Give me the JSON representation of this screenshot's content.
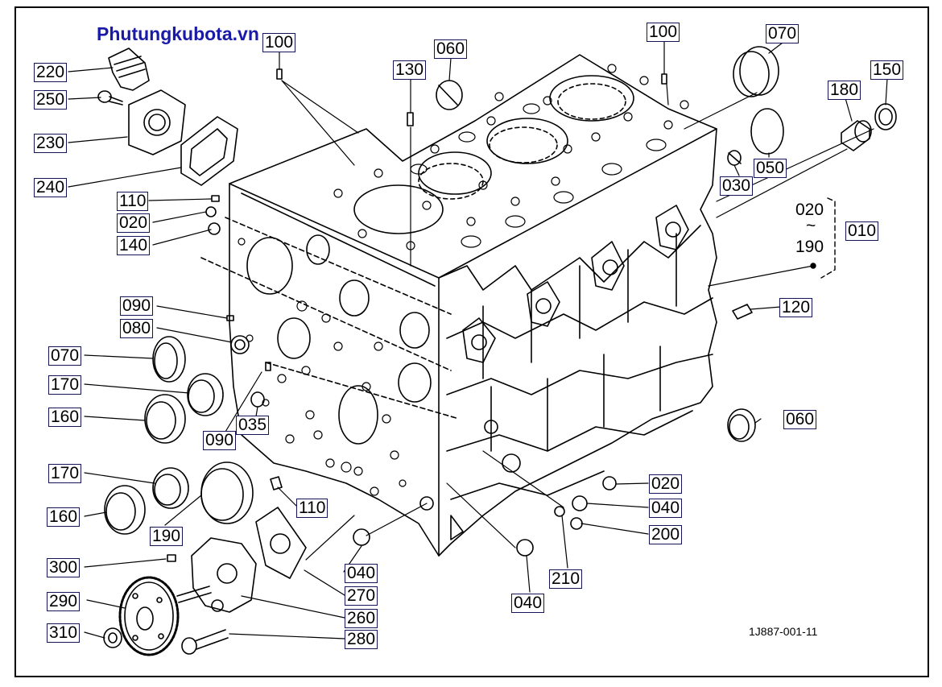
{
  "watermark": "Phutungkubota.vn",
  "drawing_code": "1J887-001-11",
  "range": {
    "from": "020",
    "tilde": "~",
    "to": "190",
    "group": "010"
  },
  "labels": [
    {
      "id": "l220",
      "text": "220"
    },
    {
      "id": "l250",
      "text": "250"
    },
    {
      "id": "l230",
      "text": "230"
    },
    {
      "id": "l240",
      "text": "240"
    },
    {
      "id": "l100a",
      "text": "100"
    },
    {
      "id": "l130",
      "text": "130"
    },
    {
      "id": "l060a",
      "text": "060"
    },
    {
      "id": "l100b",
      "text": "100"
    },
    {
      "id": "l070a",
      "text": "070"
    },
    {
      "id": "l180",
      "text": "180"
    },
    {
      "id": "l150",
      "text": "150"
    },
    {
      "id": "l050",
      "text": "050"
    },
    {
      "id": "l030",
      "text": "030"
    },
    {
      "id": "l110a",
      "text": "110"
    },
    {
      "id": "l020a",
      "text": "020"
    },
    {
      "id": "l140",
      "text": "140"
    },
    {
      "id": "l120",
      "text": "120"
    },
    {
      "id": "l090a",
      "text": "090"
    },
    {
      "id": "l080",
      "text": "080"
    },
    {
      "id": "l070b",
      "text": "070"
    },
    {
      "id": "l170a",
      "text": "170"
    },
    {
      "id": "l160a",
      "text": "160"
    },
    {
      "id": "l090b",
      "text": "090"
    },
    {
      "id": "l035",
      "text": "035"
    },
    {
      "id": "l060b",
      "text": "060"
    },
    {
      "id": "l170b",
      "text": "170"
    },
    {
      "id": "l160b",
      "text": "160"
    },
    {
      "id": "l190",
      "text": "190"
    },
    {
      "id": "l110b",
      "text": "110"
    },
    {
      "id": "l020b",
      "text": "020"
    },
    {
      "id": "l040a",
      "text": "040"
    },
    {
      "id": "l200",
      "text": "200"
    },
    {
      "id": "l300",
      "text": "300"
    },
    {
      "id": "l290",
      "text": "290"
    },
    {
      "id": "l310",
      "text": "310"
    },
    {
      "id": "l040b",
      "text": "040"
    },
    {
      "id": "l270",
      "text": "270"
    },
    {
      "id": "l260",
      "text": "260"
    },
    {
      "id": "l280",
      "text": "280"
    },
    {
      "id": "l210",
      "text": "210"
    },
    {
      "id": "l040c",
      "text": "040"
    }
  ]
}
